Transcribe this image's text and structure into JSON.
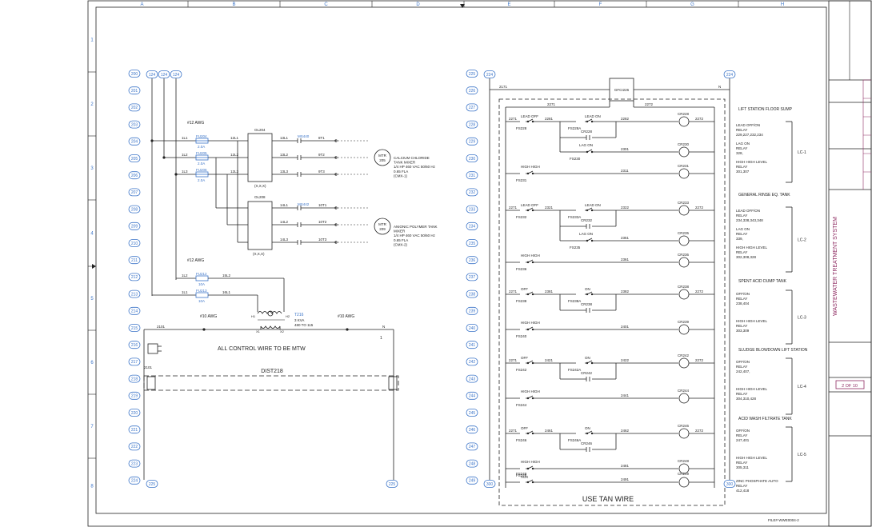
{
  "grid": {
    "cols": [
      "A",
      "B",
      "C",
      "D",
      "E",
      "F",
      "G",
      "H"
    ],
    "rows": [
      "1",
      "2",
      "3",
      "4",
      "5",
      "6",
      "7",
      "8"
    ]
  },
  "rungs_left": [
    "200",
    "201",
    "202",
    "203",
    "204",
    "205",
    "206",
    "207",
    "208",
    "209",
    "210",
    "211",
    "212",
    "213",
    "214",
    "215",
    "216",
    "217",
    "218",
    "219",
    "220",
    "221",
    "222",
    "223",
    "224"
  ],
  "rungs_right": [
    "225",
    "226",
    "227",
    "228",
    "229",
    "230",
    "231",
    "232",
    "233",
    "234",
    "235",
    "236",
    "237",
    "238",
    "239",
    "240",
    "241",
    "242",
    "243",
    "244",
    "245",
    "246",
    "247",
    "248",
    "249"
  ],
  "left": {
    "bus_tags": [
      "124",
      "124",
      "124"
    ],
    "awg_top": "#12 AWG",
    "lines": [
      "1L1",
      "1L2",
      "1L3"
    ],
    "fuses": [
      {
        "tag": "FU204",
        "rating": "2.0A"
      },
      {
        "tag": "FU205",
        "rating": "2.0A"
      },
      {
        "tag": "FU206",
        "rating": "2.0A"
      }
    ],
    "mid_lines": [
      "12L1",
      "12L2",
      "12L3"
    ],
    "ol1": {
      "tag": "OL204",
      "outs": [
        "13L1",
        "13L2",
        "13L3"
      ],
      "xs": "(X,X,X)"
    },
    "ms1": "MS440",
    "t1": [
      "8T1",
      "9T2",
      "9T3"
    ],
    "mtr1": {
      "tag": "MTR",
      "num": "205",
      "desc": [
        "CALCIUM CHLORIDE",
        "TANK MIXER",
        "1/4 HP 460 VAC 50/60 Hz",
        "0.65 FLA",
        "(CMX-1)"
      ]
    },
    "ol2": {
      "tag": "OL208",
      "outs": [
        "14L1",
        "14L2",
        "14L3"
      ],
      "xs": "(X,X,X)"
    },
    "ms2": "MS442",
    "t2": [
      "10T1",
      "10T2",
      "10T3"
    ],
    "mtr2": {
      "tag": "MTR",
      "num": "209",
      "desc": [
        "ANIONIC POLYMER TANK",
        "MIXER",
        "1/4 HP 460 VAC 50/60 Hz",
        "0.65 FLA",
        "(CMX-2)"
      ]
    },
    "awg_mid": "#12 AWG",
    "fu212": {
      "tag": "FU212",
      "rating": "10A",
      "line": "1L2",
      "out": "15L2"
    },
    "fu213": {
      "tag": "FU213",
      "rating": "10A",
      "line": "1L1",
      "out": "16L1"
    },
    "awg_l": "#10 AWG",
    "awg_r": "#10 AWG",
    "xfmr": {
      "tag": "T216",
      "kva": "3 KVA",
      "volt": "480 TO 115",
      "h1": "H1",
      "h2": "H2",
      "x1": "X1",
      "x2": "X2"
    },
    "line_215": "2101",
    "neutral": "N",
    "control_wire": "ALL CONTROL WIRE TO BE MTW",
    "dist": "DIST218",
    "tag_2101": "2101",
    "bottom_tags": [
      "225",
      "225"
    ]
  },
  "right": {
    "top_tags": [
      "224",
      "224"
    ],
    "top_line": "2171",
    "gfci": "GFCI226",
    "neutral": "N",
    "inner_top": [
      "2271",
      "2272"
    ],
    "groups": [
      {
        "title": "LIFT STATION FLOOR SUMP",
        "lc": "LC-1",
        "notes": [
          [
            "LEAD OFF/ON",
            "RELAY",
            "229,227,232,234"
          ],
          [
            "LAG ON",
            "RELAY",
            "328,"
          ],
          [
            "HIGH HIGH LEVEL",
            "RELAY",
            "301,307"
          ]
        ],
        "r1": {
          "lbl": "LEAD OFF",
          "fs": "FS228",
          "w1": "2271",
          "w2": "2281",
          "lbl2": "LEAD ON",
          "fs2": "FS228A",
          "cr2": "CR228",
          "out": "2282",
          "coil": "CR228",
          "end": "2272"
        },
        "r2": {
          "lbl": "LAG ON",
          "fs": "FS230",
          "out": "2301",
          "coil": "CR230"
        },
        "r3": {
          "lbl": "HIGH HIGH",
          "fs": "FS231",
          "out": "2311",
          "coil": "CR231"
        }
      },
      {
        "title": "GENERAL RINSE EQ. TANK",
        "lc": "LC-2",
        "notes": [
          [
            "LEAD OFF/ON",
            "RELAY",
            "234,338,343,348"
          ],
          [
            "LAG ON",
            "RELAY",
            "339,"
          ],
          [
            "HIGH HIGH LEVEL",
            "RELAY",
            "302,308,328"
          ]
        ],
        "r1": {
          "lbl": "LEAD OFF",
          "fs": "FS232",
          "w1": "2271",
          "w2": "2321",
          "lbl2": "LEAD ON",
          "fs2": "FS233A",
          "cr2": "CR232",
          "out": "2322",
          "coil": "CR233",
          "end": "2272"
        },
        "r2": {
          "lbl": "LAG ON",
          "fs": "FS235",
          "out": "2351",
          "coil": "CR235"
        },
        "r3": {
          "lbl": "HIGH HIGH",
          "fs": "FS236",
          "out": "2361",
          "coil": "CR236"
        }
      },
      {
        "title": "SPENT ACID DUMP TANK",
        "lc": "LC-3",
        "notes": [
          [
            "OFF/ON",
            "RELAY",
            "238,404"
          ],
          [
            "HIGH HIGH LEVEL",
            "RELAY",
            "303,309"
          ]
        ],
        "r1": {
          "lbl": "OFF",
          "fs": "FS238",
          "w1": "2271",
          "w2": "2381",
          "lbl2": "ON",
          "fs2": "FS238A",
          "cr2": "CR238",
          "out": "2382",
          "coil": "CR238",
          "end": "2272"
        },
        "r3": {
          "lbl": "HIGH HIGH",
          "fs": "FS240",
          "out": "2401",
          "coil": "CR239"
        }
      },
      {
        "title": "SLUDGE BLOWDOWN LIFT STATION",
        "lc": "LC-4",
        "notes": [
          [
            "OFF/ON",
            "RELAY",
            "242,407,"
          ],
          [
            "HIGH HIGH LEVEL",
            "RELAY",
            "304,310,428"
          ]
        ],
        "r1": {
          "lbl": "OFF",
          "fs": "FS242",
          "w1": "2271",
          "w2": "2421",
          "lbl2": "ON",
          "fs2": "FS242A",
          "cr2": "CR242",
          "out": "2422",
          "coil": "CR242",
          "end": "2272"
        },
        "r3": {
          "lbl": "HIGH HIGH",
          "fs": "FS244",
          "out": "2441",
          "coil": "CR244"
        }
      },
      {
        "title": "ACID WASH FILTRATE TANK",
        "lc": "LC-5",
        "notes": [
          [
            "OFF/ON",
            "RELAY",
            "247,401"
          ],
          [
            "HIGH HIGH LEVEL",
            "RELAY",
            "305,311"
          ]
        ],
        "r1": {
          "lbl": "OFF",
          "fs": "FS246",
          "w1": "2271",
          "w2": "2461",
          "lbl2": "ON",
          "fs2": "FS246A",
          "cr2": "CR246",
          "out": "2462",
          "coil": "CR246",
          "end": "2272"
        },
        "r3": {
          "lbl": "HIGH HIGH",
          "fs": "FS248",
          "out": "2481",
          "coil": "CR248"
        }
      }
    ],
    "aux": {
      "lbl": "AUX",
      "fs": "FS249",
      "out": "2491",
      "coil": "CR249",
      "note": [
        "ZINC PHOSPHATE AUTO",
        "RELAY",
        "412,418"
      ]
    },
    "bottom_tags": [
      "300",
      "300"
    ],
    "use_tan": "USE TAN WIRE"
  },
  "title_block": {
    "system": "WASTEWATER TREATMENT SYSTEM",
    "sheet": "2 OF 10",
    "file": "FILE# WWE0004-2"
  }
}
